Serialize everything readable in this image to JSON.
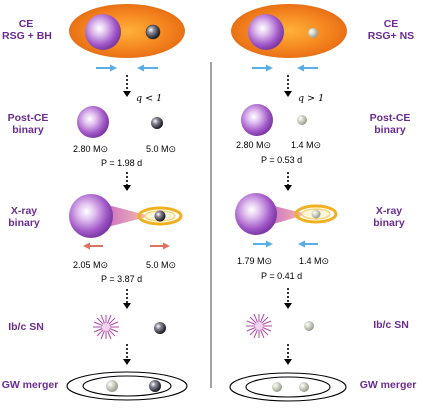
{
  "left": {
    "stage1": {
      "line1": "CE",
      "line2": "RSG + BH"
    },
    "condition": "q < 1",
    "stage2": {
      "line1": "Post-CE",
      "line2": "binary"
    },
    "postce": {
      "m1": "2.80 M⊙",
      "m2": "5.0 M⊙",
      "period": "P = 1.98 d"
    },
    "stage3": {
      "line1": "X-ray",
      "line2": "binary"
    },
    "xray": {
      "m1": "2.05 M⊙",
      "m2": "5.0 M⊙",
      "period": "P = 3.87 d"
    },
    "stage4": "Ib/c SN",
    "stage5": "GW merger"
  },
  "right": {
    "stage1": {
      "line1": "CE",
      "line2": "RSG+ NS"
    },
    "condition": "q > 1",
    "stage2": {
      "line1": "Post-CE",
      "line2": "binary"
    },
    "postce": {
      "m1": "2.80 M⊙",
      "m2": "1.4 M⊙",
      "period": "P = 0.53 d"
    },
    "stage3": {
      "line1": "X-ray",
      "line2": "binary"
    },
    "xray": {
      "m1": "1.79 M⊙",
      "m2": "1.4 M⊙",
      "period": "P = 0.41 d"
    },
    "stage4": "Ib/c SN",
    "stage5": "GW merger"
  },
  "colors": {
    "label": "#6a2c91",
    "envelope": "#f07a1a",
    "star": "#a25ac8",
    "arrow_blue": "#5aaee8",
    "arrow_red": "#e07060",
    "divider": "#666666"
  }
}
